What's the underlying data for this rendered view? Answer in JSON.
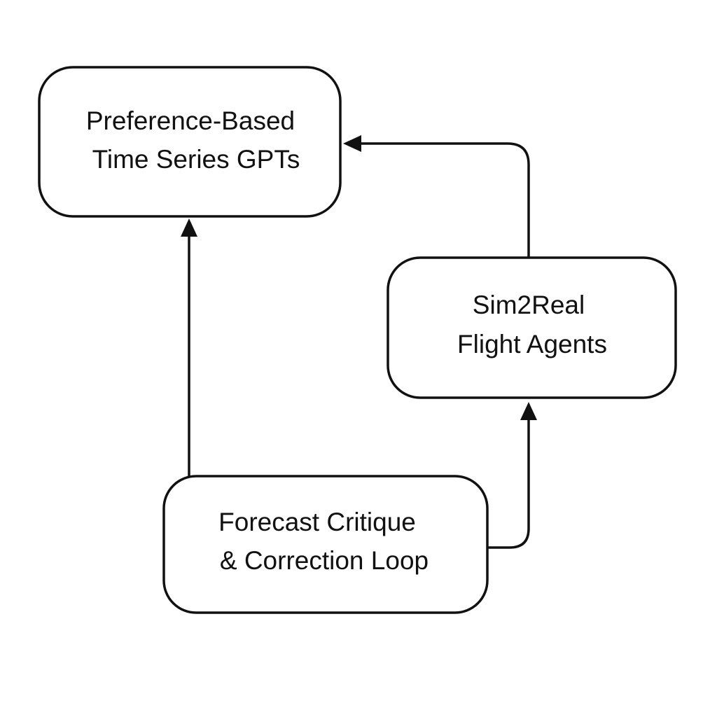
{
  "nodes": [
    {
      "id": "preference-gpts",
      "lines": [
        "Preference-Based",
        "Time Series GPTs"
      ]
    },
    {
      "id": "sim2real",
      "lines": [
        "Sim2Real",
        "Flight Agents"
      ]
    },
    {
      "id": "forecast-loop",
      "lines": [
        "Forecast Critique",
        "& Correction Loop"
      ]
    }
  ],
  "edges": [
    {
      "from": "forecast-loop",
      "to": "preference-gpts"
    },
    {
      "from": "forecast-loop",
      "to": "sim2real"
    },
    {
      "from": "sim2real",
      "to": "preference-gpts"
    }
  ],
  "colors": {
    "stroke": "#111111",
    "background": "#ffffff"
  }
}
